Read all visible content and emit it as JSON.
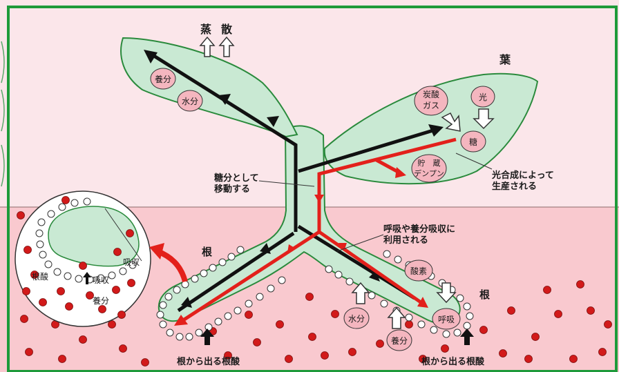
{
  "labels": {
    "transpiration_1": "蒸",
    "transpiration_2": "散",
    "leaf": "葉",
    "nutrients": "養分",
    "water": "水分",
    "carbon_dioxide_1": "炭酸",
    "carbon_dioxide_2": "ガス",
    "light": "光",
    "sugar": "糖",
    "storage_1": "貯　蔵",
    "storage_2": "デンプン",
    "photosynthesis_1": "光合成によって",
    "photosynthesis_2": "生産される",
    "move_as_sugar_1": "糖分として",
    "move_as_sugar_2": "移動する",
    "respiration_use_1": "呼吸や養分吸収に",
    "respiration_use_2": "利用される",
    "root_left": "根",
    "root_right": "根",
    "oxygen": "酸素",
    "respiration": "呼吸",
    "root_acid_left": "根から出る根酸",
    "root_acid_right": "根から出る根酸",
    "zoom_root_acid": "根酸",
    "zoom_absorption": "吸収",
    "zoom_absorption_right": "吸収",
    "zoom_nutrients": "養分"
  },
  "colors": {
    "sky": "#fbe6ea",
    "soil": "#f9c9cf",
    "frame": "#1e9a3a",
    "plant_fill": "#c9e9d3",
    "plant_stroke": "#2a8a3c",
    "red_path": "#e3201b",
    "bubble_fill": "#f4b6bf"
  }
}
